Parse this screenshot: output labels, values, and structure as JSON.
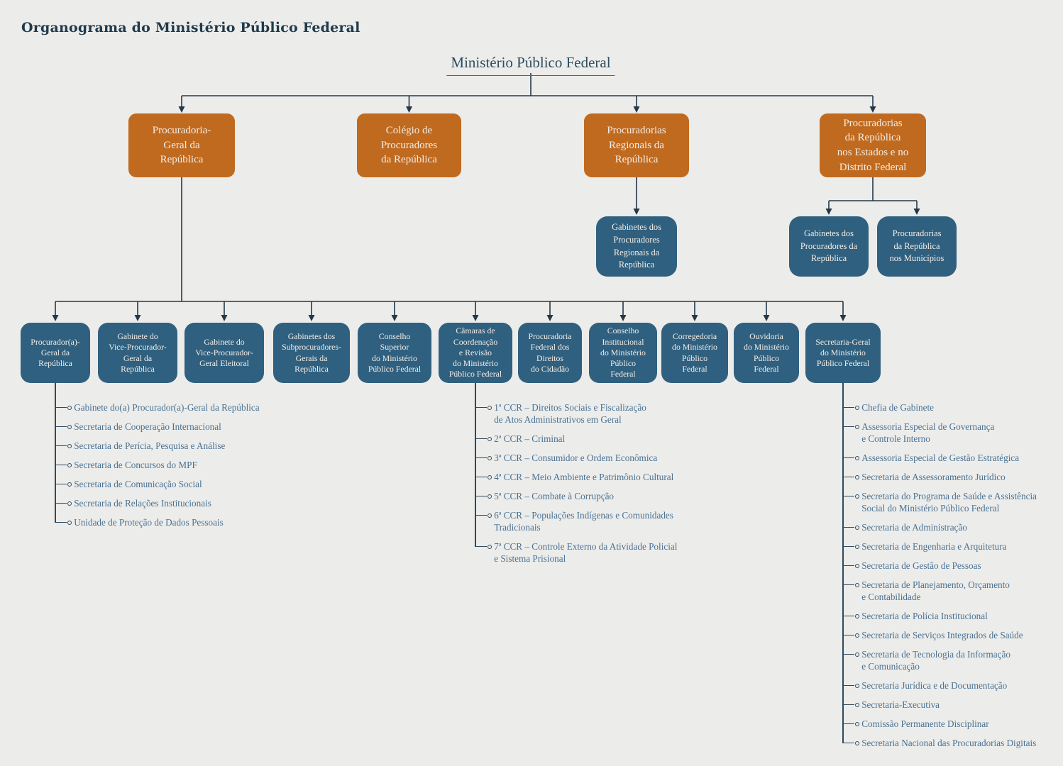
{
  "title": "Organograma do Ministério Público Federal",
  "colors": {
    "background": "#ECECEA",
    "orange_node": "#C06A1F",
    "blue_node": "#30607F",
    "connector_line": "#243848",
    "list_text": "#4A7294",
    "title_text": "#1F3A4C"
  },
  "root": {
    "label": "Ministério Público Federal"
  },
  "level1": {
    "pgr": {
      "label": "Procuradoria-\nGeral da\nRepública"
    },
    "colegio": {
      "label": "Colégio de\nProcuradores\nda República"
    },
    "regionais": {
      "label": "Procuradorias\nRegionais da\nRepública"
    },
    "estados": {
      "label": "Procuradorias\nda República\nnos Estados e no\nDistrito Federal"
    }
  },
  "regionais_children": {
    "gabinetes": {
      "label": "Gabinetes dos\nProcuradores\nRegionais da\nRepública"
    }
  },
  "estados_children": {
    "gabinetes": {
      "label": "Gabinetes dos\nProcuradores da\nRepública"
    },
    "municipios": {
      "label": "Procuradorias\nda República\nnos Municípios"
    }
  },
  "pgr_children": [
    {
      "label": "Procurador(a)-\nGeral da\nRepública"
    },
    {
      "label": "Gabinete do\nVice-Procurador-\nGeral da\nRepública"
    },
    {
      "label": "Gabinete do\nVice-Procurador-\nGeral Eleitoral"
    },
    {
      "label": "Gabinetes dos\nSubprocuradores-\nGerais da\nRepública"
    },
    {
      "label": "Conselho\nSuperior\ndo Ministério\nPúblico Federal"
    },
    {
      "label": "Câmaras de\nCoordenação\ne Revisão\ndo Ministério\nPúblico Federal"
    },
    {
      "label": "Procuradoria\nFederal dos\nDireitos\ndo Cidadão"
    },
    {
      "label": "Conselho\nInstitucional\ndo Ministério\nPúblico\nFederal"
    },
    {
      "label": "Corregedoria\ndo Ministério\nPúblico\nFederal"
    },
    {
      "label": "Ouvidoria\ndo Ministério\nPúblico\nFederal"
    },
    {
      "label": "Secretaria-Geral\ndo Ministério\nPúblico Federal"
    }
  ],
  "lists": {
    "pgr_units": [
      "Gabinete do(a) Procurador(a)-Geral da República",
      "Secretaria de Cooperação Internacional",
      "Secretaria de Perícia, Pesquisa e Análise",
      "Secretaria de Concursos do MPF",
      "Secretaria de Comunicação Social",
      "Secretaria de Relações Institucionais",
      "Unidade de Proteção de Dados Pessoais"
    ],
    "ccr": [
      "1ª CCR – Direitos Sociais e Fiscalização\nde Atos Administrativos em Geral",
      "2ª CCR – Criminal",
      "3ª CCR – Consumidor e Ordem Econômica",
      "4ª CCR – Meio Ambiente e Patrimônio Cultural",
      "5ª CCR – Combate à Corrupção",
      "6ª CCR – Populações Indígenas e Comunidades\nTradicionais",
      "7ª CCR – Controle Externo da Atividade Policial\ne Sistema Prisional"
    ],
    "sg_units": [
      "Chefia de Gabinete",
      "Assessoria Especial de Governança\ne Controle Interno",
      "Assessoria Especial de Gestão Estratégica",
      "Secretaria de Assessoramento Jurídico",
      "Secretaria do Programa de Saúde e Assistência\nSocial do Ministério Público Federal",
      "Secretaria de Administração",
      "Secretaria de Engenharia e Arquitetura",
      "Secretaria de Gestão de Pessoas",
      "Secretaria de Planejamento, Orçamento\ne Contabilidade",
      "Secretaria de Polícia Institucional",
      "Secretaria de Serviços Integrados de Saúde",
      "Secretaria de Tecnologia da Informação\ne Comunicação",
      "Secretaria Jurídica e de Documentação",
      "Secretaria-Executiva",
      "Comissão Permanente Disciplinar",
      "Secretaria Nacional das Procuradorias Digitais"
    ]
  }
}
